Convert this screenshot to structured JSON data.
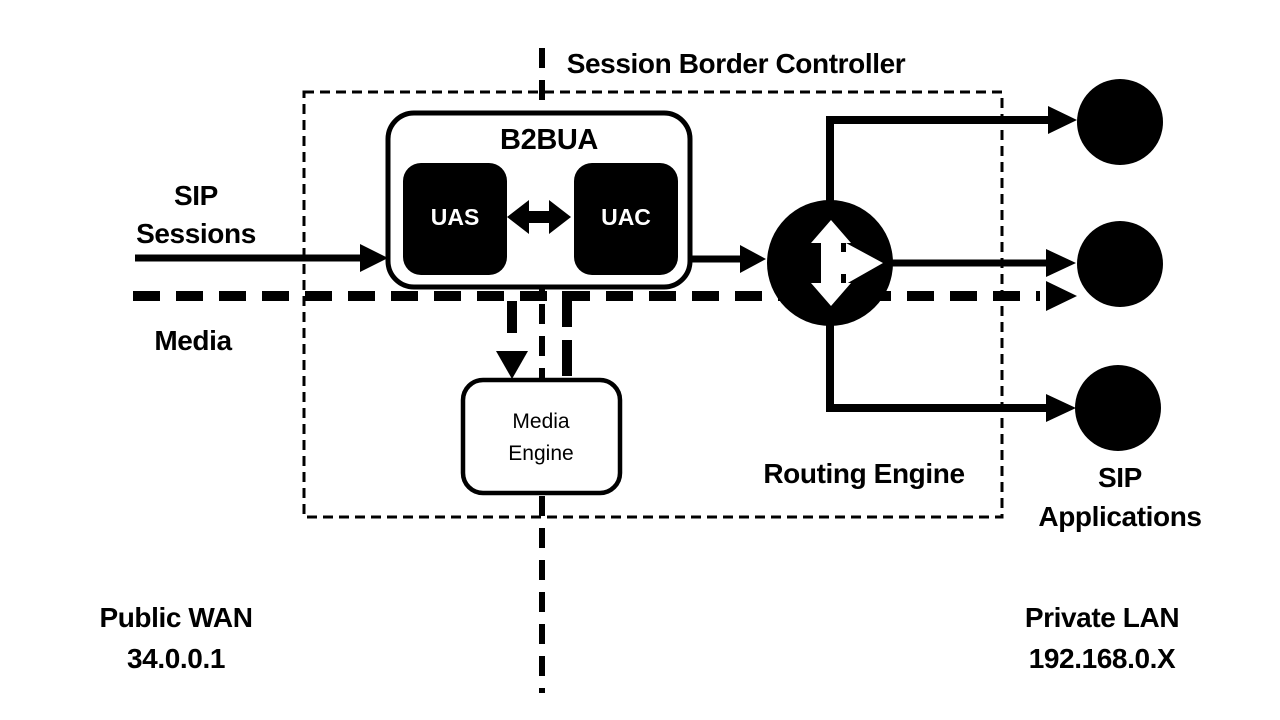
{
  "title": "Session Border Controller",
  "b2bua": {
    "label": "B2BUA",
    "uas": "UAS",
    "uac": "UAC"
  },
  "media_engine": {
    "line1": "Media",
    "line2": "Engine"
  },
  "routing_engine": {
    "label": "Routing Engine"
  },
  "flows": {
    "sip_line1": "SIP",
    "sip_line2": "Sessions",
    "media": "Media"
  },
  "sip_applications": {
    "line1": "SIP",
    "line2": "Applications",
    "count": 3
  },
  "networks": {
    "public": {
      "line1": "Public WAN",
      "line2": "34.0.0.1"
    },
    "private": {
      "line1": "Private LAN",
      "line2": "192.168.0.X"
    }
  },
  "colors": {
    "ink": "#000000",
    "background": "#ffffff"
  }
}
